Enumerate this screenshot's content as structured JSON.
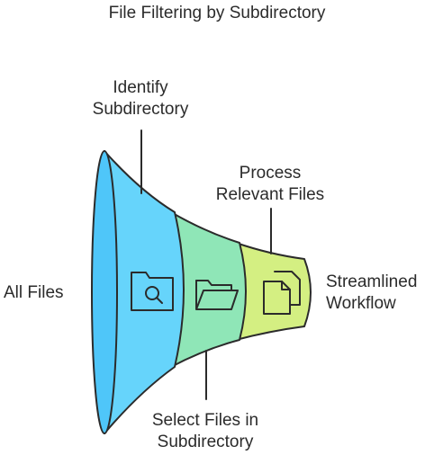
{
  "title": "File Filtering by Subdirectory",
  "stages": [
    {
      "label_lines": [
        "Identify",
        "Subdirectory"
      ],
      "icon": "folder-search-icon",
      "color": "#66d4fb"
    },
    {
      "label_lines": [
        "Select Files in",
        "Subdirectory"
      ],
      "icon": "folder-open-icon",
      "color": "#8fe6b7"
    },
    {
      "label_lines": [
        "Process",
        "Relevant Files"
      ],
      "icon": "files-copy-icon",
      "color": "#d4ef82"
    }
  ],
  "input_label": "All Files",
  "output_label_lines": [
    "Streamlined",
    "Workflow"
  ],
  "colors": {
    "mouth": "#4fc6f9",
    "outline": "#2b2b2b"
  }
}
